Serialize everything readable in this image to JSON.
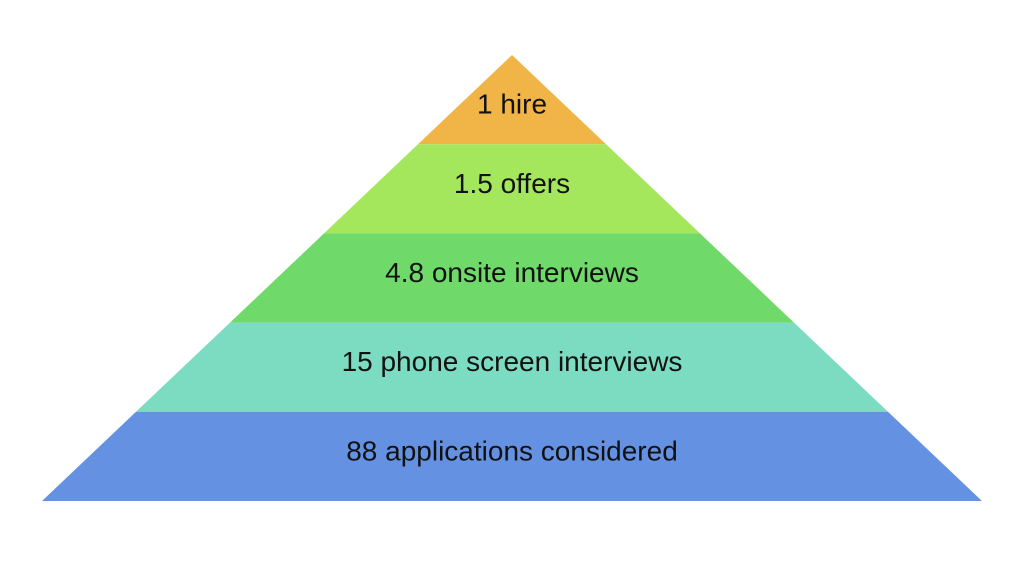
{
  "chart_data": {
    "type": "pyramid",
    "title": "",
    "orientation": "top-to-bottom",
    "background_color": "#ffffff",
    "text_color": "#111111",
    "levels": [
      {
        "label": "1 hire",
        "value": 1,
        "unit": "hire",
        "color": "#f1b446"
      },
      {
        "label": "1.5 offers",
        "value": 1.5,
        "unit": "offers",
        "color": "#a5e75c"
      },
      {
        "label": "4.8 onsite interviews",
        "value": 4.8,
        "unit": "onsite interviews",
        "color": "#6fda69"
      },
      {
        "label": "15 phone screen interviews",
        "value": 15,
        "unit": "phone screen interviews",
        "color": "#7bdcc1"
      },
      {
        "label": "88 applications considered",
        "value": 88,
        "unit": "applications considered",
        "color": "#6591e2"
      }
    ]
  }
}
